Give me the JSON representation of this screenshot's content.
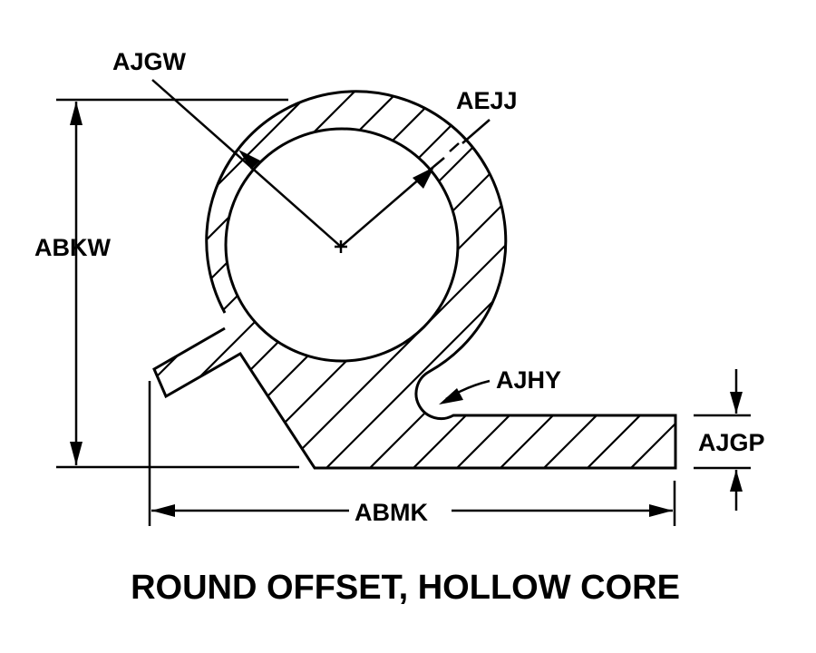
{
  "labels": {
    "ajgw": "AJGW",
    "aejj": "AEJJ",
    "abkw": "ABKW",
    "ajhy": "AJHY",
    "ajgp": "AJGP",
    "abmk": "ABMK"
  },
  "caption": "ROUND OFFSET, HOLLOW CORE",
  "colors": {
    "ink": "#000000",
    "background": "#ffffff"
  }
}
